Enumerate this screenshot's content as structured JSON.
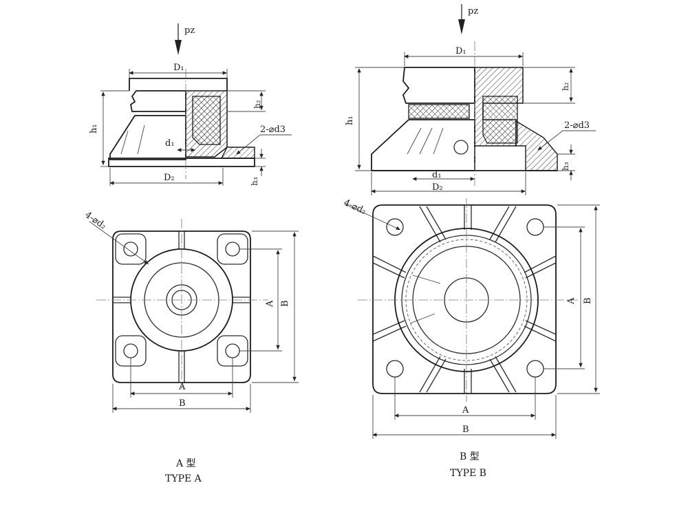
{
  "labels": {
    "load": "pz",
    "d1_upper": "D₁",
    "d2": "D₂",
    "d1_small": "d₁",
    "h1": "h₁",
    "h2": "h₂",
    "h3": "h₃",
    "bolt_holes": "2-⌀d3",
    "mount_holes": "4-⌀d₂",
    "dim_a": "A",
    "dim_b": "B"
  },
  "captions": {
    "type_a_cn": "A 型",
    "type_a_en": "TYPE A",
    "type_b_cn": "B 型",
    "type_b_en": "TYPE B"
  }
}
